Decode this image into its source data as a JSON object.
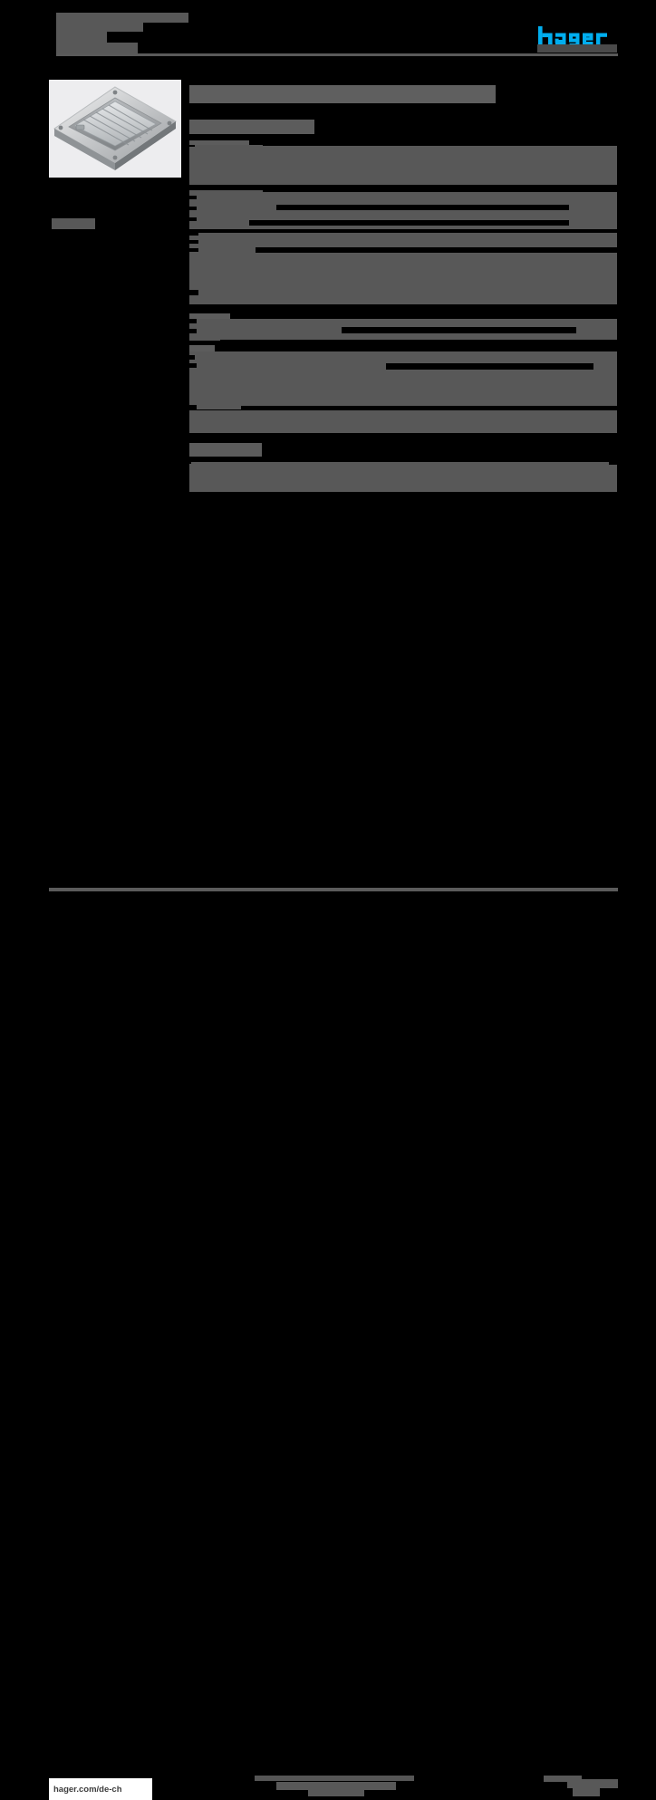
{
  "document": {
    "type": "product-datasheet",
    "brand": "hager",
    "redacted": true,
    "page_background": "#000000",
    "redaction_color": "#585858",
    "accent_color": "#00AEEF"
  },
  "header": {
    "title_line_1": "",
    "title_line_2": "",
    "title_line_3": "",
    "title_line_4": "",
    "logo_label": "hager",
    "logo_color": "#00AEEF"
  },
  "product": {
    "image_alt": "floor-outlet-box",
    "image_description": "metallic grey recessed floor service box with hinged lid",
    "caption": ""
  },
  "main": {
    "title": "",
    "subtitle": "",
    "sections": [
      {
        "heading": "",
        "rows": [
          {
            "label": "",
            "value": ""
          },
          {
            "label": "",
            "value": ""
          },
          {
            "label": "",
            "value": ""
          },
          {
            "label": "",
            "value": ""
          },
          {
            "label": "",
            "value": ""
          },
          {
            "label": "",
            "value": ""
          },
          {
            "label": "",
            "value": ""
          },
          {
            "label": "",
            "value": ""
          },
          {
            "label": "",
            "value": ""
          },
          {
            "label": "",
            "value": ""
          },
          {
            "label": "",
            "value": ""
          }
        ]
      },
      {
        "heading": "",
        "rows": [
          {
            "label": "",
            "value": ""
          }
        ]
      },
      {
        "heading": "",
        "rows": [
          {
            "label": "",
            "value": ""
          },
          {
            "label": "",
            "value": ""
          },
          {
            "label": "",
            "value": ""
          },
          {
            "label": "",
            "value": ""
          },
          {
            "label": "",
            "value": ""
          },
          {
            "label": "",
            "value": ""
          }
        ]
      },
      {
        "heading": "",
        "rows": [
          {
            "label": "",
            "value": ""
          },
          {
            "label": "",
            "value": ""
          }
        ]
      }
    ]
  },
  "footer": {
    "url": "hager.com/de-ch",
    "center_note": "",
    "center_note_2": "",
    "page_number": ""
  }
}
